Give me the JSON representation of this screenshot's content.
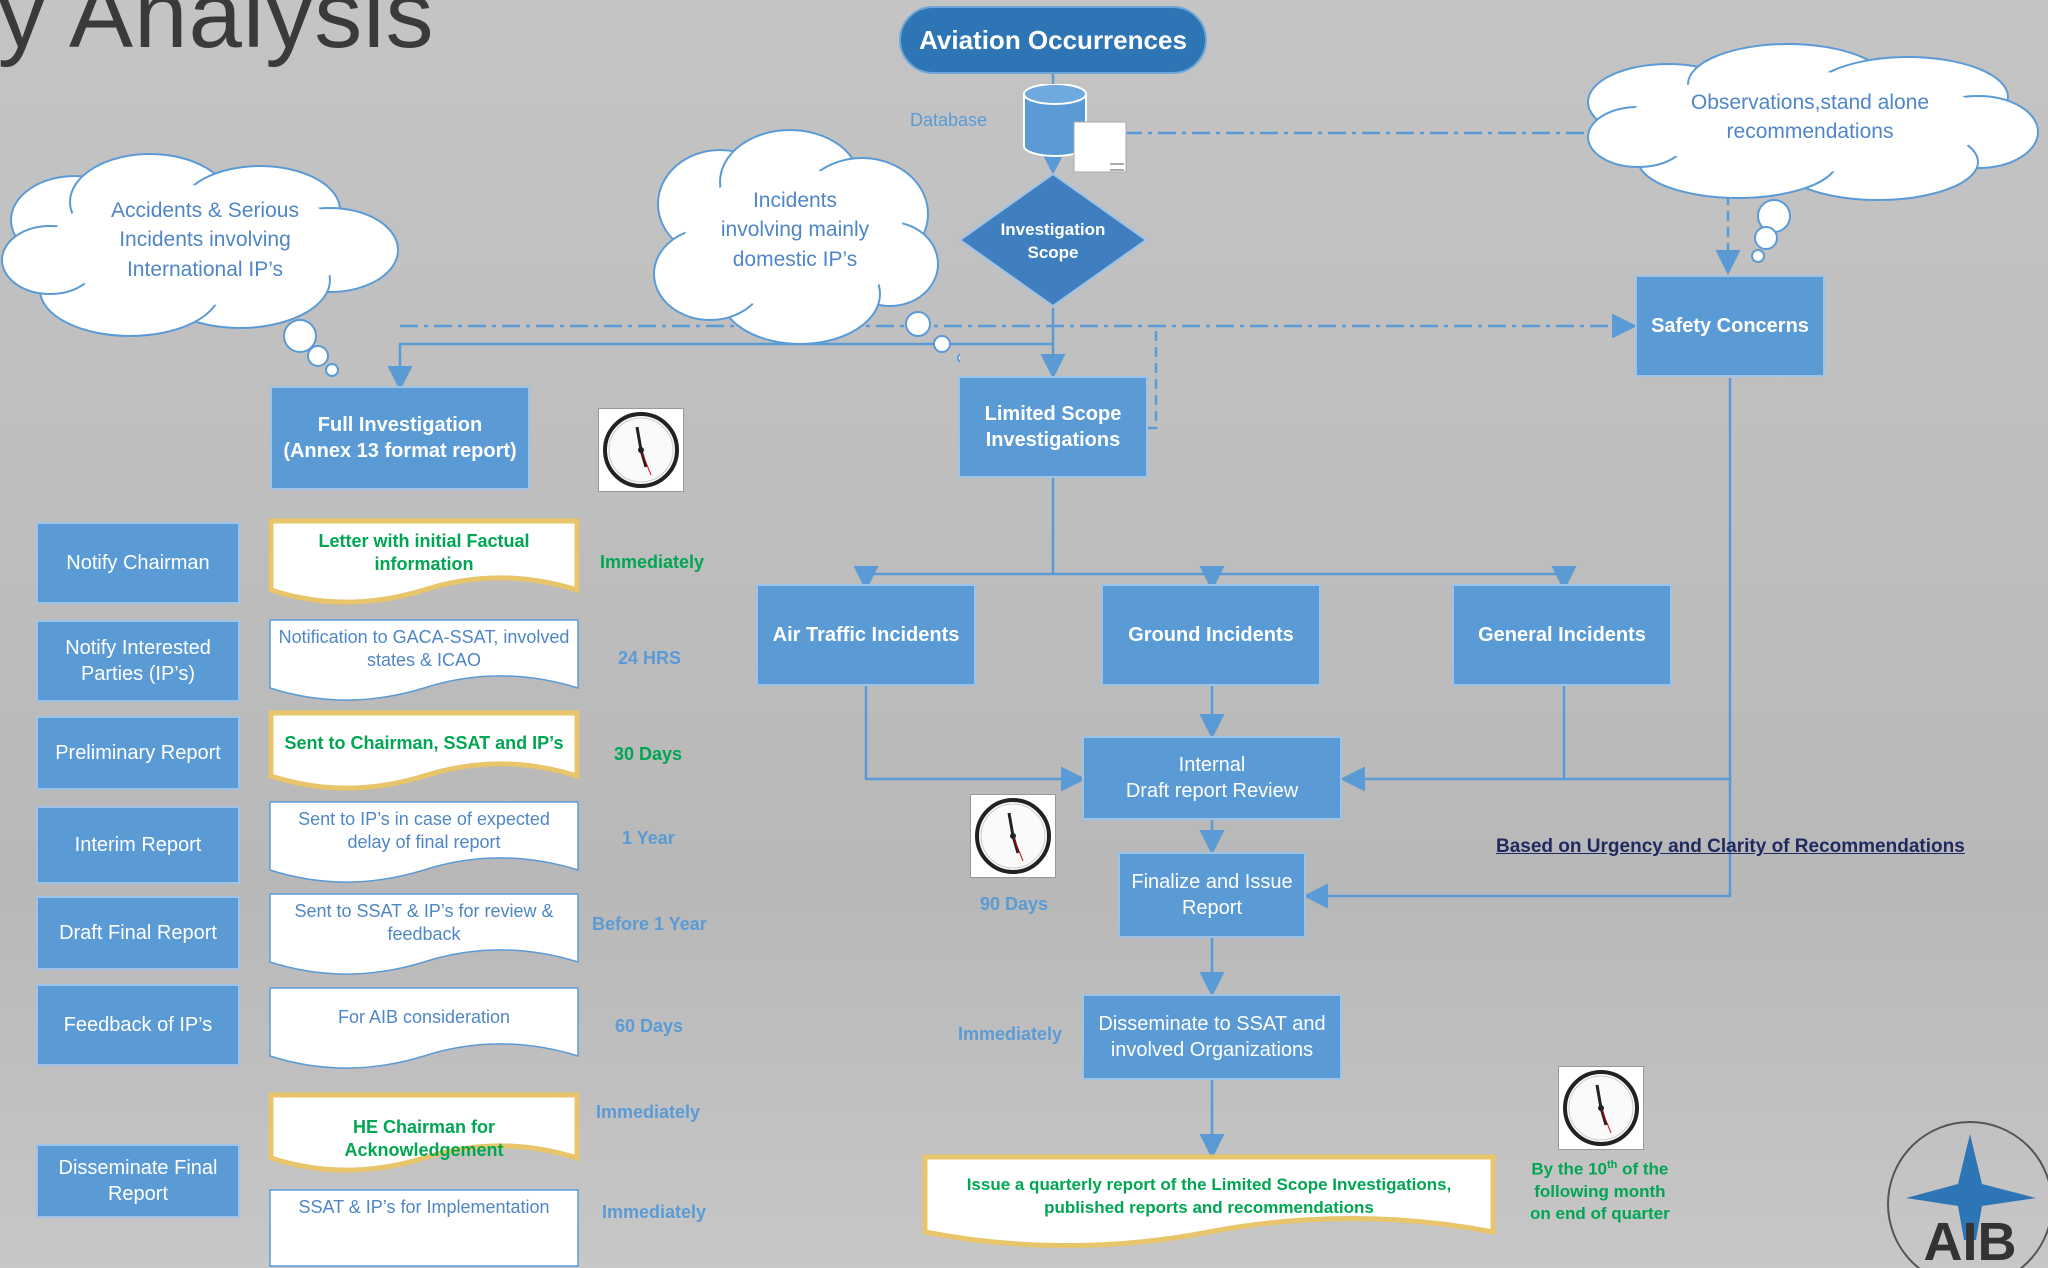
{
  "title": "ty Analysis",
  "top_node": "Aviation Occurrences",
  "database_label": "Database",
  "decision": {
    "line1": "Investigation",
    "line2": "Scope"
  },
  "clouds": {
    "left": [
      "Accidents & Serious",
      "Incidents involving",
      "International IP’s"
    ],
    "middle": [
      "Incidents",
      "involving mainly",
      "domestic IP’s"
    ],
    "right": [
      "Observations,stand alone",
      "recommendations"
    ]
  },
  "safety_concerns": "Safety Concerns",
  "full_investigation": {
    "line1": "Full Investigation",
    "line2": "(Annex 13 format report)"
  },
  "limited_scope": {
    "line1": "Limited Scope",
    "line2": "Investigations"
  },
  "incident_types": [
    "Air Traffic Incidents",
    "Ground Incidents",
    "General Incidents"
  ],
  "internal_review": {
    "line1": "Internal",
    "line2": "Draft report Review"
  },
  "finalize": {
    "line1": "Finalize and Issue",
    "line2": "Report"
  },
  "disseminate": {
    "line1": "Disseminate to SSAT and",
    "line2": "involved Organizations"
  },
  "quarterly": {
    "line1": "Issue a quarterly report of the Limited Scope Investigations,",
    "line2": "published reports and recommendations"
  },
  "urgency_note": "Based on Urgency and Clarity of Recommendations",
  "ninety_days": "90 Days",
  "immediately_right": "Immediately",
  "by_tenth": {
    "pre": "By the 10",
    "sup": "th",
    "post": " of the",
    "line2": "following month",
    "line3": "on end of quarter"
  },
  "steps": [
    {
      "label": "Notify Chairman",
      "doc": "Letter with initial Factual information",
      "time": "Immediately"
    },
    {
      "label": "Notify Interested Parties (IP’s)",
      "doc": "Notification to GACA-SSAT, involved states & ICAO",
      "time": "24 HRS"
    },
    {
      "label": "Preliminary Report",
      "doc": "Sent to Chairman, SSAT and IP’s",
      "time": "30 Days"
    },
    {
      "label": "Interim Report",
      "doc": "Sent to IP’s in case of expected delay of final report",
      "time": "1 Year"
    },
    {
      "label": "Draft Final Report",
      "doc": "Sent to SSAT & IP’s for review & feedback",
      "time": "Before 1 Year"
    },
    {
      "label": "Feedback of IP’s",
      "doc": "For AIB consideration",
      "time": "60 Days"
    },
    {
      "label": "Disseminate Final Report",
      "doc": "HE Chairman for Acknowledgement",
      "time": "Immediately",
      "doc2": "SSAT & IP’s for Implementation",
      "time2": "Immediately"
    }
  ],
  "logo_text": "AIB",
  "colors": {
    "box": "#5b9bd5",
    "pill": "#2e75b6",
    "green": "#00a651",
    "diamond": "#3f7fbf"
  }
}
